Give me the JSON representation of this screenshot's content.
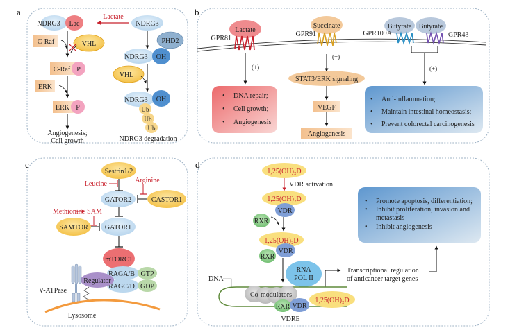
{
  "panels": {
    "a": {
      "letter": "a",
      "ndrg3_lac": "NDRG3",
      "lac": "Lac",
      "lactate": "Lactate",
      "ndrg3_right": "NDRG3",
      "craf": "C-Raf",
      "vhl_left": "VHL",
      "phd2": "PHD2",
      "craf_p": "C-Raf",
      "p1": "P",
      "ndrg3_oh1": "NDRG3",
      "oh1": "OH",
      "erk": "ERK",
      "vhl_right": "VHL",
      "erk_p": "ERK",
      "p2": "P",
      "ndrg3_oh2": "NDRG3",
      "oh2": "OH",
      "ub1": "Ub",
      "ub2": "Ub",
      "ub3": "Ub",
      "outcome_left_1": "Angiogenesis;",
      "outcome_left_2": "Cell growth",
      "outcome_right": "NDRG3 degradation"
    },
    "b": {
      "letter": "b",
      "lactate": "Lactate",
      "gpr81": "GPR81",
      "succinate": "Succinate",
      "gpr91": "GPR91",
      "gpr109a": "GPR109A",
      "butyrate1": "Butyrate",
      "butyrate2": "Butyrate",
      "gpr43": "GPR43",
      "plus1": "(+)",
      "plus2": "(+)",
      "plus3": "(+)",
      "red_box": [
        "DNA repair;",
        "Cell growth;",
        "Angiogenesis"
      ],
      "stat3": "STAT3/ERK signaling",
      "vegf": "VEGF",
      "angiogenesis": "Angiogenesis",
      "blue_box": [
        "Anti-inflammation;",
        "Maintain intestinal homeostasis;",
        "Prevent colorectal carcinogenesis"
      ]
    },
    "c": {
      "letter": "c",
      "sestrin": "Sestrin1/2",
      "leucine": "Leucine",
      "arginine": "Arginine",
      "gator2": "GATOR2",
      "castor1": "CASTOR1",
      "methionine": "Methionine",
      "sam": "SAM",
      "samtor": "SAMTOR",
      "gator1": "GATOR1",
      "mtorc1": "mTORC1",
      "ragab": "RAGA/B",
      "gtp": "GTP",
      "ragcd": "RAGC/D",
      "gdp": "GDP",
      "regulator": "Regulator",
      "vatpase": "V-ATPase",
      "lysosome": "Lysosome"
    },
    "d": {
      "letter": "d",
      "vitd1": "1,25(OH)₂D",
      "vdr_activation": "VDR activation",
      "vitd2": "1,25(OH)₂D",
      "vdr1": "VDR",
      "rxr1": "RXR",
      "vitd3": "1,25(OH)₂D",
      "vdr2": "VDR",
      "rxr2": "RXR",
      "dna": "DNA",
      "rna_pol_1": "RNA",
      "rna_pol_2": "POL II",
      "comodulators": "Co-modulators",
      "rxr3": "RXR",
      "vdr3": "VDR",
      "vitd4": "1,25(OH)₂D",
      "vdre": "VDRE",
      "transcription_1": "Transcriptional regulation",
      "transcription_2": "of anticancer target genes",
      "blue_box": [
        "Promote apoptosis, differentiation;",
        "Inhibit proliferation, invasion and",
        "metastasis",
        "Inhibit angiogenesis"
      ]
    }
  },
  "colors": {
    "ndrg3_blue": "#cfe3f3",
    "lac_red": "#ee7f82",
    "vhl_yellow": "#f9d56b",
    "craf_orange": "#f5cfa6",
    "p_pink": "#f3a3bf",
    "oh_blue": "#4f8fcf",
    "phd2_blue": "#7ea4c9",
    "ub_yellow": "#f7d68a",
    "red_text": "#c8202c",
    "gpr81_red": "#c8202c",
    "gpr91_gold": "#d9a020",
    "gpr109a_blue": "#2a8fc4",
    "gpr43_purple": "#7350b0",
    "green_node": "#8fce8f",
    "mtorc1_red": "#ec6f72"
  }
}
